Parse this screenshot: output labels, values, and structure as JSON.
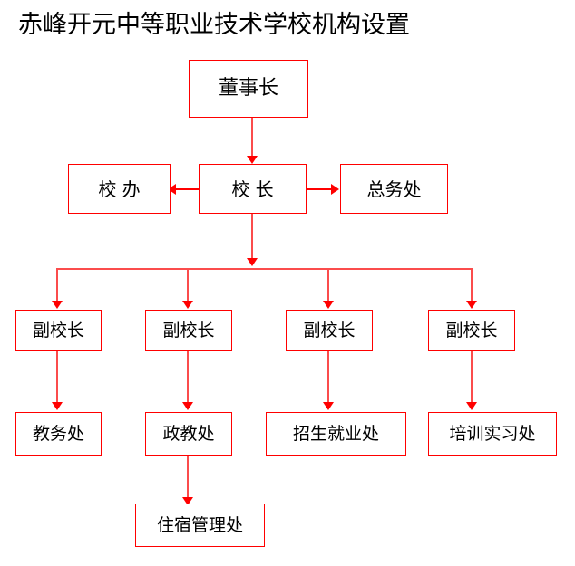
{
  "title": "赤峰开元中等职业技术学校机构设置",
  "colors": {
    "box_border": "#ff0000",
    "connector": "#fb4c4c",
    "arrow": "#ff0000",
    "text": "#000000",
    "background": "#ffffff"
  },
  "chart_data": {
    "type": "diagram",
    "diagram_kind": "organizational-chart",
    "title": "赤峰开元中等职业技术学校机构设置",
    "orientation": "top-down",
    "levels": [
      {
        "level": 1,
        "nodes": [
          "董事长"
        ]
      },
      {
        "level": 2,
        "nodes": [
          "校 办",
          "校 长",
          "总务处"
        ]
      },
      {
        "level": 3,
        "nodes": [
          "副校长",
          "副校长",
          "副校长",
          "副校长"
        ]
      },
      {
        "level": 4,
        "nodes": [
          "教务处",
          "政教处",
          "招生就业处",
          "培训实习处"
        ]
      },
      {
        "level": 5,
        "nodes": [
          "住宿管理处"
        ]
      }
    ],
    "edges": [
      {
        "from": "董事长",
        "to": "校 长",
        "direction": "down"
      },
      {
        "from": "校 长",
        "to": "校 办",
        "direction": "left"
      },
      {
        "from": "校 长",
        "to": "总务处",
        "direction": "right"
      },
      {
        "from": "校 长",
        "to": "副校长 1",
        "direction": "down"
      },
      {
        "from": "校 长",
        "to": "副校长 2",
        "direction": "down"
      },
      {
        "from": "校 长",
        "to": "副校长 3",
        "direction": "down"
      },
      {
        "from": "校 长",
        "to": "副校长 4",
        "direction": "down"
      },
      {
        "from": "副校长 1",
        "to": "教务处",
        "direction": "down"
      },
      {
        "from": "副校长 2",
        "to": "政教处",
        "direction": "down"
      },
      {
        "from": "副校长 3",
        "to": "招生就业处",
        "direction": "down"
      },
      {
        "from": "副校长 4",
        "to": "培训实习处",
        "direction": "down"
      },
      {
        "from": "政教处",
        "to": "住宿管理处",
        "direction": "down"
      }
    ]
  },
  "nodes": {
    "chairman": "董事长",
    "school_office": "校 办",
    "principal": "校 长",
    "general_affairs": "总务处",
    "vice_principal_1": "副校长",
    "vice_principal_2": "副校长",
    "vice_principal_3": "副校长",
    "vice_principal_4": "副校长",
    "academic_affairs": "教务处",
    "political_education": "政教处",
    "enrollment_employment": "招生就业处",
    "training_internship": "培训实习处",
    "dormitory_management": "住宿管理处"
  }
}
